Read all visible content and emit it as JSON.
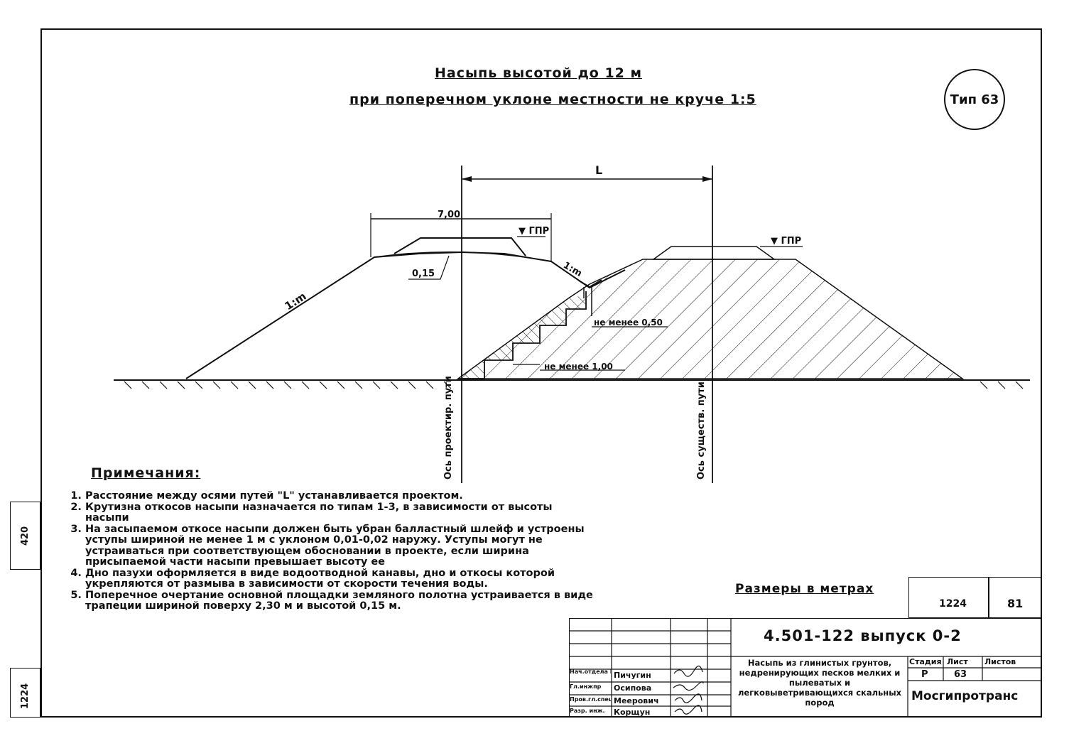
{
  "title": {
    "line1": "Насыпь высотой до 12 м",
    "line2": "при поперечном уклоне местности не круче 1:5"
  },
  "type_badge": "Тип 63",
  "drawing": {
    "dim_top": "L",
    "dim_width": "7,00",
    "level_left": "▼ ГПР",
    "level_right": "▼ ГПР",
    "thickness": "0,15",
    "slope_left": "1:m",
    "slope_ditch": "1:m",
    "bench_min_upper": "не менее 0,50",
    "bench_min_lower": "не менее 1,00",
    "axis_design": "Ось проектир. пути",
    "axis_existing": "Ось существ. пути"
  },
  "notes": {
    "heading": "Примечания:",
    "items": [
      "Расстояние между осями путей \"L\" устанавливается проектом.",
      "Крутизна откосов насыпи назначается по типам 1-3, в зависимости от высоты насыпи",
      "На засыпаемом откосе насыпи должен быть убран балластный шлейф и устроены уступы шириной не менее 1 м с уклоном 0,01-0,02 наружу. Уступы могут не устраиваться при соответствующем обосновании в проекте, если ширина присыпаемой части насыпи превышает высоту ее",
      "Дно пазухи оформляется в виде водоотводной канавы, дно и откосы которой укрепляются от размыва в зависимости от скорости течения воды.",
      "Поперечное очертание основной площадки земляного полотна устраивается в виде трапеции шириной поверху 2,30 м и высотой 0,15 м."
    ]
  },
  "sizes_note": "Размеры в метрах",
  "side_labels": {
    "top": "420",
    "bottom": "1224"
  },
  "title_block": {
    "sheet_code": "1224",
    "sheet_num": "81",
    "doc_code": "4.501-122 выпуск 0-2",
    "description": "Насыпь из глинистых грунтов, недренирующих песков мелких и пылеватых и легковыветривающихся скальных пород",
    "stage_label": "Стадия",
    "sheet_label": "Лист",
    "sheets_label": "Листов",
    "stage": "Р",
    "sheet": "63",
    "org": "Мосгипротранс",
    "people": [
      {
        "role": "Нач.отдела Гл.спец.",
        "name": "Пичугин"
      },
      {
        "role": "Гл.инжпр",
        "name": "Осипова"
      },
      {
        "role": "Пров.гл.спец",
        "name": "Меерович"
      },
      {
        "role": "Разр. инж.",
        "name": "Корщун"
      }
    ]
  }
}
